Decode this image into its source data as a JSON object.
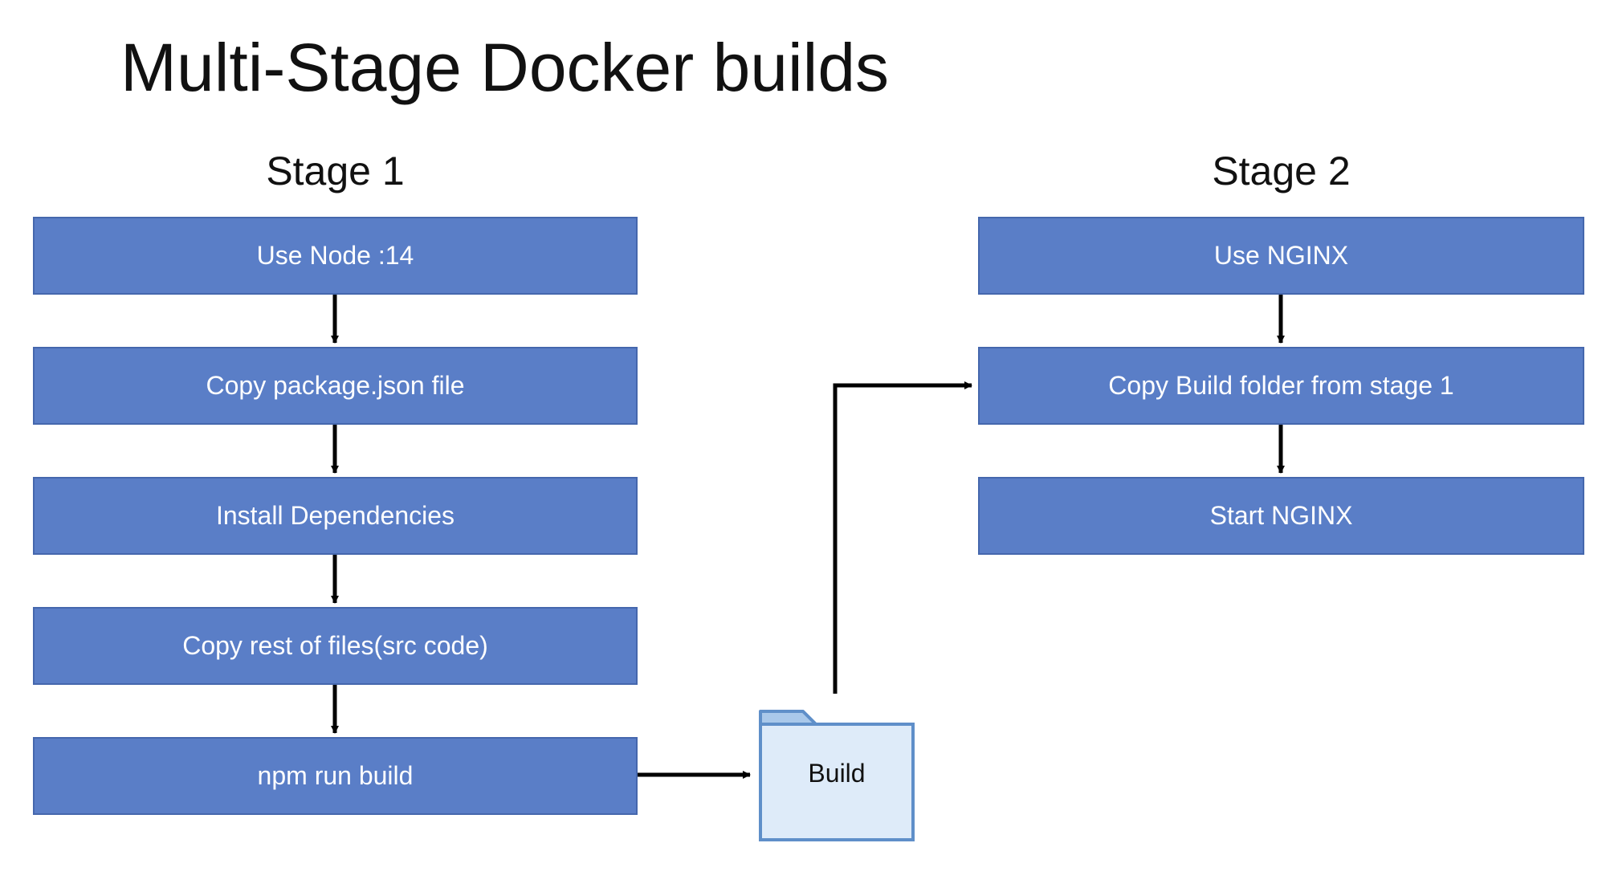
{
  "slide": {
    "title": "Multi-Stage Docker builds"
  },
  "stage1": {
    "title": "Stage 1",
    "steps": [
      "Use Node :14",
      "Copy package.json file",
      "Install Dependencies",
      "Copy rest of files(src code)",
      "npm run build"
    ]
  },
  "stage2": {
    "title": "Stage 2",
    "steps": [
      "Use NGINX",
      "Copy Build folder from stage 1",
      "Start NGINX"
    ]
  },
  "artifact": {
    "label": "Build",
    "icon": "folder-icon"
  },
  "colors": {
    "step_box": "#5a7ec7",
    "step_border": "#4567ad",
    "folder_fill": "#deebf9",
    "folder_tab": "#a9c8ea",
    "folder_border": "#5f8fc9",
    "arrow": "#000000"
  }
}
